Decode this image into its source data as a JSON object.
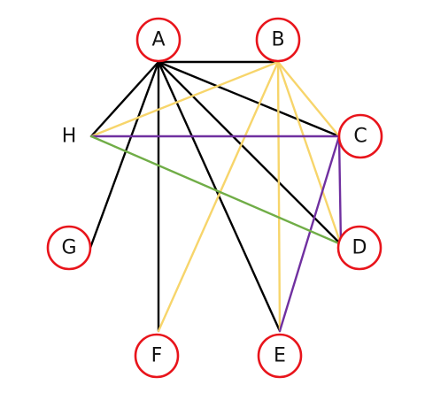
{
  "colors": {
    "black": "#000000",
    "yellow": "#f7d56b",
    "purple": "#7030a0",
    "green": "#70ad47",
    "node_ring": "#e8141b"
  },
  "nodes": [
    {
      "id": "A",
      "label": "A",
      "circled": true
    },
    {
      "id": "B",
      "label": "B",
      "circled": true
    },
    {
      "id": "C",
      "label": "C",
      "circled": true
    },
    {
      "id": "D",
      "label": "D",
      "circled": true
    },
    {
      "id": "E",
      "label": "E",
      "circled": true
    },
    {
      "id": "F",
      "label": "F",
      "circled": true
    },
    {
      "id": "G",
      "label": "G",
      "circled": true
    },
    {
      "id": "H",
      "label": "H",
      "circled": false
    }
  ],
  "edges": [
    {
      "from": "A",
      "to": "B",
      "color": "black"
    },
    {
      "from": "A",
      "to": "C",
      "color": "black"
    },
    {
      "from": "A",
      "to": "D",
      "color": "black"
    },
    {
      "from": "A",
      "to": "E",
      "color": "black"
    },
    {
      "from": "A",
      "to": "F",
      "color": "black"
    },
    {
      "from": "A",
      "to": "G",
      "color": "black"
    },
    {
      "from": "A",
      "to": "H",
      "color": "black"
    },
    {
      "from": "B",
      "to": "C",
      "color": "yellow"
    },
    {
      "from": "B",
      "to": "D",
      "color": "yellow"
    },
    {
      "from": "B",
      "to": "E",
      "color": "yellow"
    },
    {
      "from": "B",
      "to": "F",
      "color": "yellow"
    },
    {
      "from": "B",
      "to": "H",
      "color": "yellow"
    },
    {
      "from": "H",
      "to": "C",
      "color": "purple"
    },
    {
      "from": "C",
      "to": "D",
      "color": "purple"
    },
    {
      "from": "C",
      "to": "E",
      "color": "purple"
    },
    {
      "from": "H",
      "to": "D",
      "color": "green"
    }
  ]
}
